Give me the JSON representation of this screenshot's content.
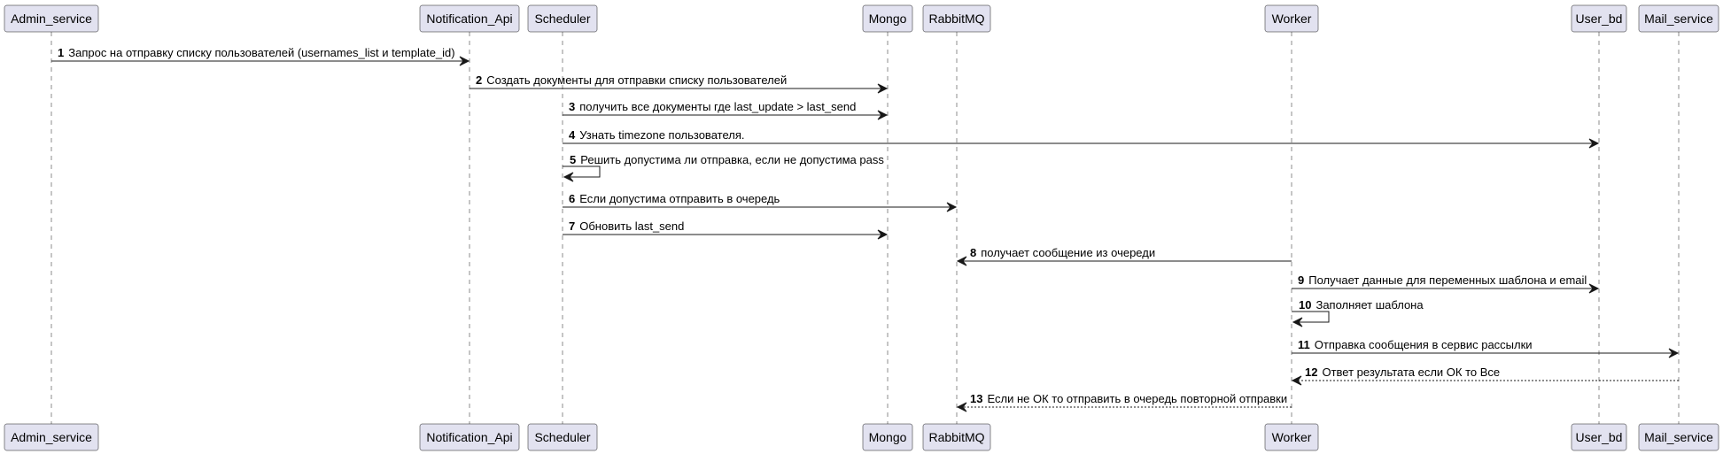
{
  "participants": [
    {
      "id": "admin",
      "name": "Admin_service"
    },
    {
      "id": "notif",
      "name": "Notification_Api"
    },
    {
      "id": "sched",
      "name": "Scheduler"
    },
    {
      "id": "mongo",
      "name": "Mongo"
    },
    {
      "id": "rabbit",
      "name": "RabbitMQ"
    },
    {
      "id": "worker",
      "name": "Worker"
    },
    {
      "id": "userbd",
      "name": "User_bd"
    },
    {
      "id": "mail",
      "name": "Mail_service"
    }
  ],
  "messages": [
    {
      "num": "1",
      "from": "admin",
      "to": "notif",
      "text": "Запрос на отправку списку пользователей (usernames_list и template_id)",
      "style": "solid"
    },
    {
      "num": "2",
      "from": "notif",
      "to": "mongo",
      "text": "Создать документы для отправки списку пользователей",
      "style": "solid"
    },
    {
      "num": "3",
      "from": "sched",
      "to": "mongo",
      "text": "получить все документы где last_update > last_send",
      "style": "solid"
    },
    {
      "num": "4",
      "from": "sched",
      "to": "userbd",
      "text": "Узнать timezone пользователя.",
      "style": "solid"
    },
    {
      "num": "5",
      "from": "sched",
      "to": "sched",
      "text": "Решить допустима ли отправка, если не допустима pass",
      "style": "solid"
    },
    {
      "num": "6",
      "from": "sched",
      "to": "rabbit",
      "text": "Если допустима отправить в очередь",
      "style": "solid"
    },
    {
      "num": "7",
      "from": "sched",
      "to": "mongo",
      "text": "Обновить last_send",
      "style": "solid"
    },
    {
      "num": "8",
      "from": "worker",
      "to": "rabbit",
      "text": "получает сообщение из очереди",
      "style": "solid"
    },
    {
      "num": "9",
      "from": "worker",
      "to": "userbd",
      "text": "Получает данные для переменных шаблона и email",
      "style": "solid"
    },
    {
      "num": "10",
      "from": "worker",
      "to": "worker",
      "text": "Заполняет шаблона",
      "style": "solid"
    },
    {
      "num": "11",
      "from": "worker",
      "to": "mail",
      "text": "Отправка сообщения в сервис рассылки",
      "style": "solid"
    },
    {
      "num": "12",
      "from": "mail",
      "to": "worker",
      "text": "Ответ результата если ОК то Все",
      "style": "dashed"
    },
    {
      "num": "13",
      "from": "worker",
      "to": "rabbit",
      "text": "Если не ОК то отправить в очередь повторной отправки",
      "style": "dashed"
    }
  ]
}
